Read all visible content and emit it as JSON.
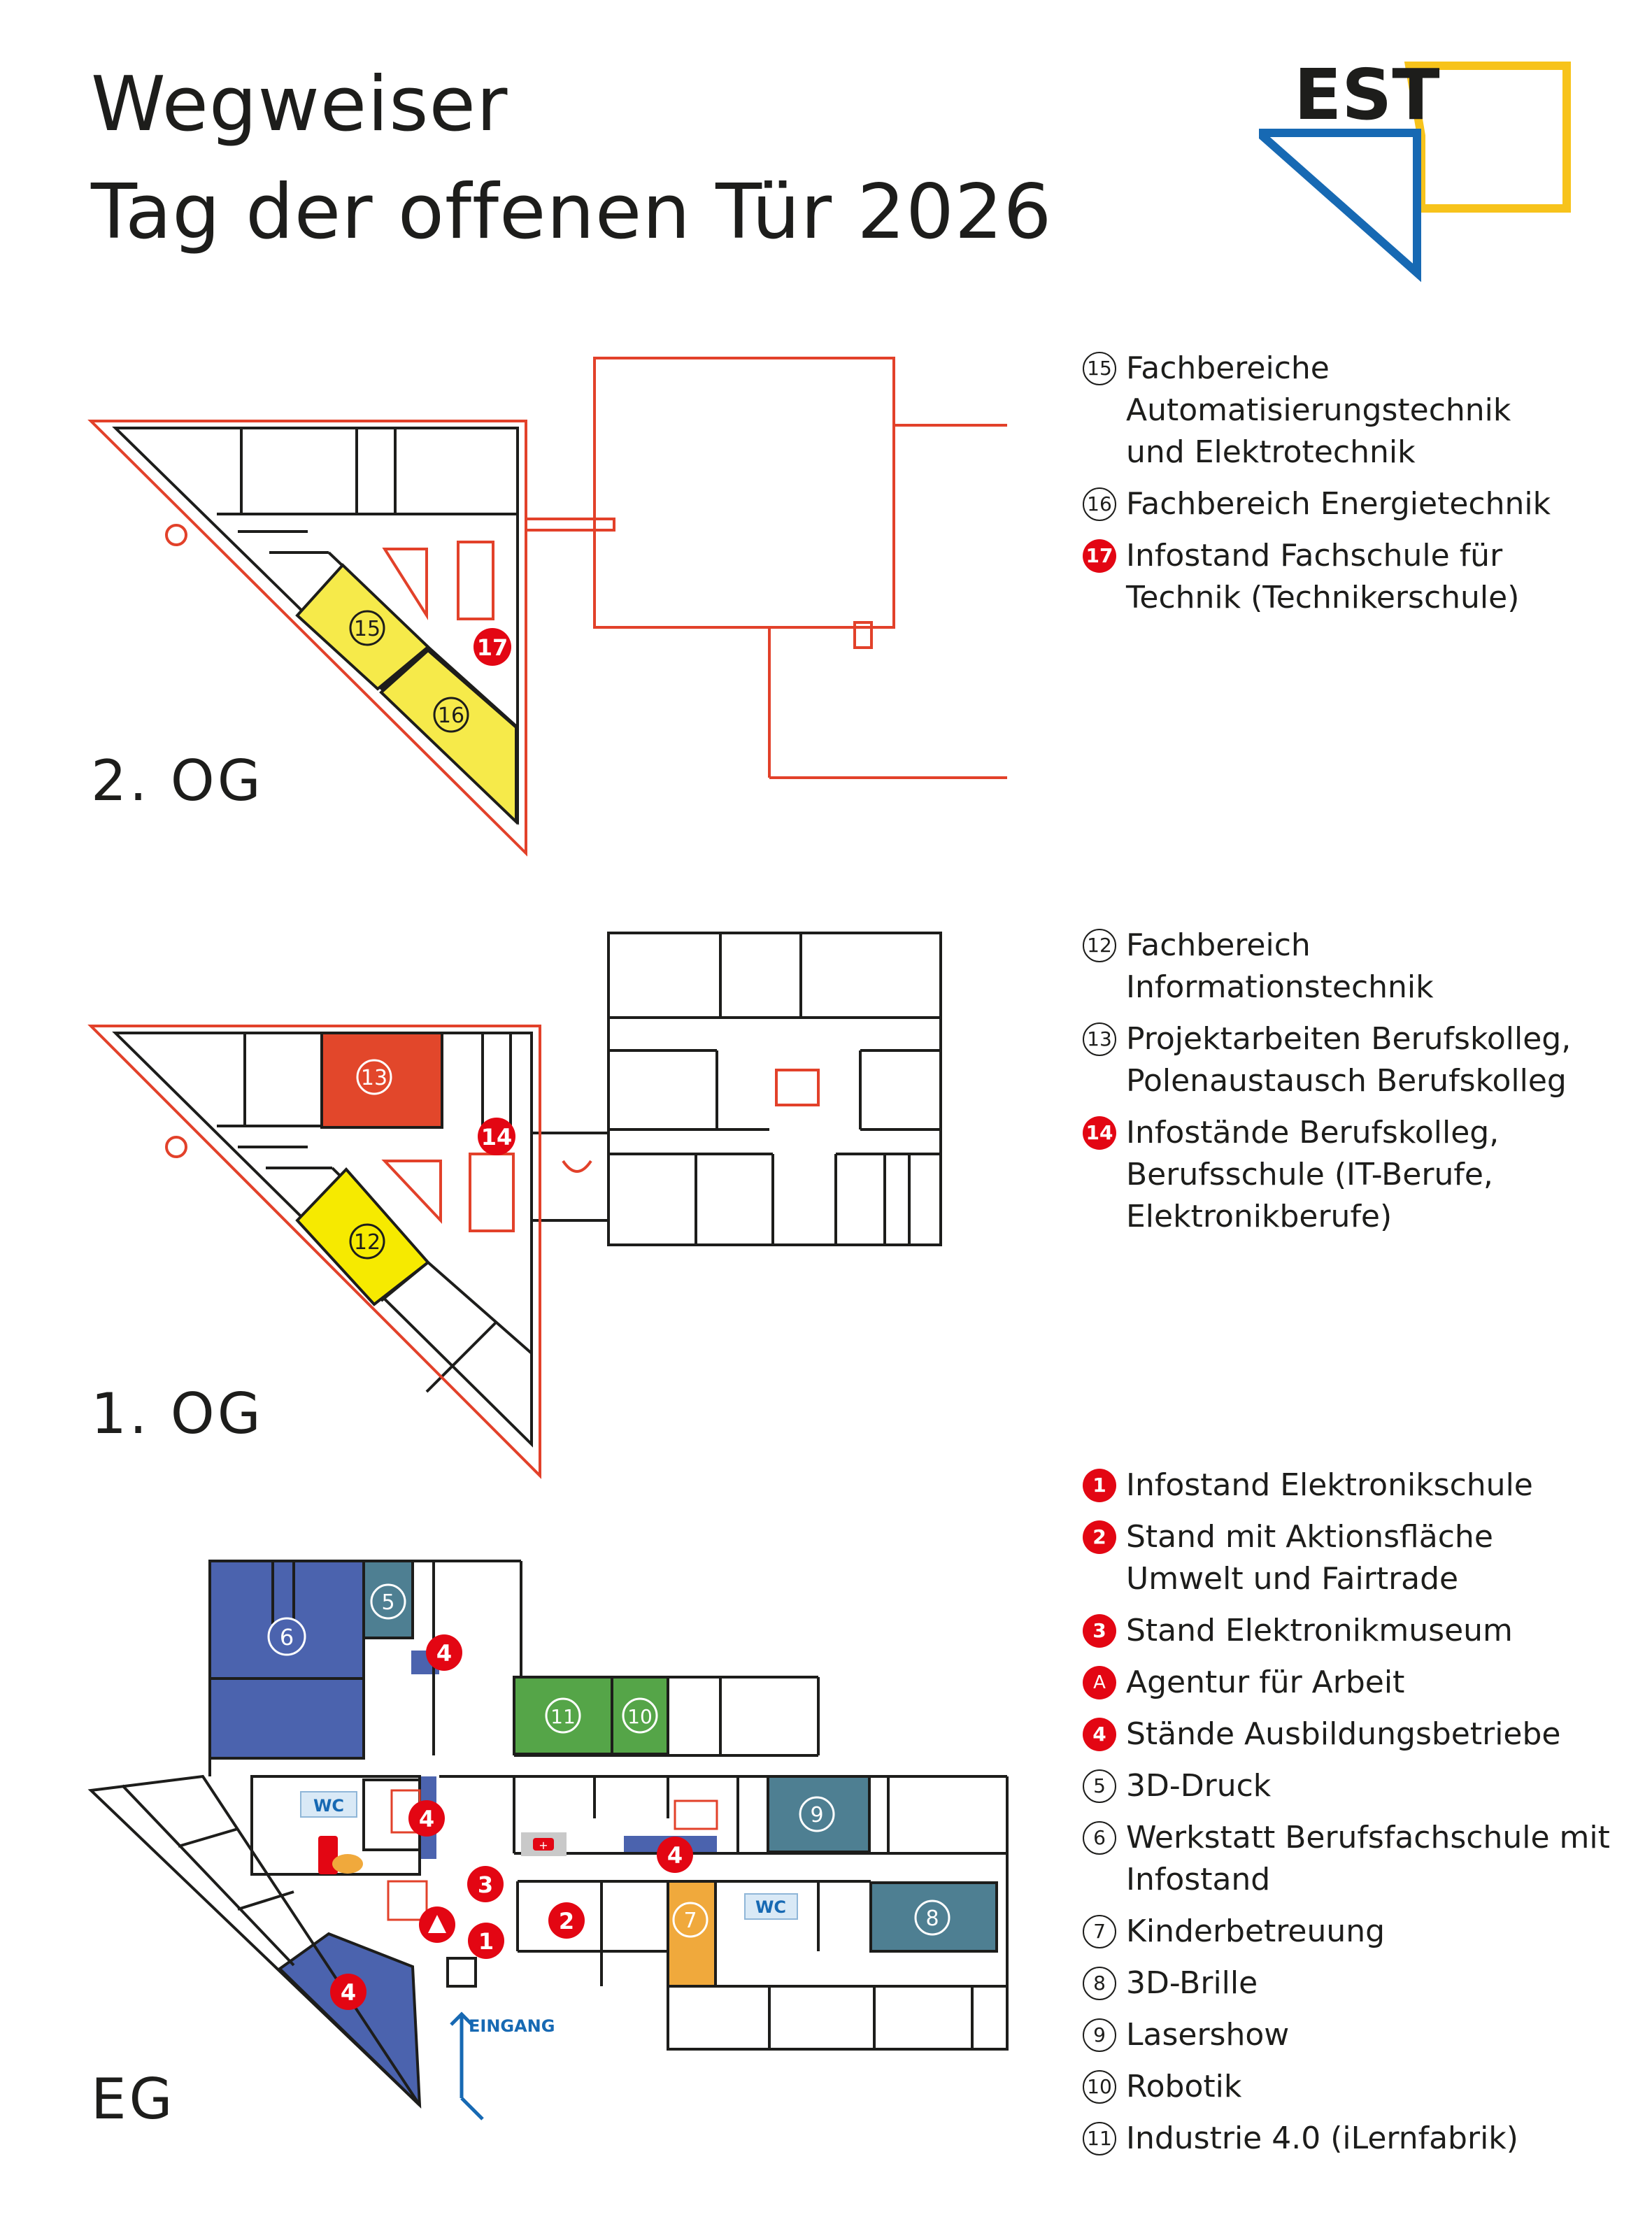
{
  "title_line1": "Wegweiser",
  "title_line2": "Tag der offenen Tür 2026",
  "logo_text": "EST",
  "colors": {
    "route_orange": "#e2412a",
    "marker_red": "#e30613",
    "blue_room": "#4b63ae",
    "teal_room": "#4e7f92",
    "green_room": "#55a548",
    "yellow_room": "#f6ea4a",
    "red_room": "#e2472b",
    "orange_room": "#f0a93c",
    "logo_blue": "#1769b3",
    "logo_yellow": "#f7c31b"
  },
  "floors": [
    {
      "label": "2. OG",
      "legend": [
        {
          "num": "15",
          "style": "outline",
          "text": "Fachbereiche\nAutomatisierungstechnik\nund Elektrotechnik"
        },
        {
          "num": "16",
          "style": "outline",
          "text": "Fachbereich Energietechnik"
        },
        {
          "num": "17",
          "style": "red",
          "text": "Infostand Fachschule für\nTechnik (Technikerschule)"
        }
      ]
    },
    {
      "label": "1. OG",
      "legend": [
        {
          "num": "12",
          "style": "outline",
          "text": "Fachbereich\nInformationstechnik"
        },
        {
          "num": "13",
          "style": "outline",
          "text": "Projektarbeiten Berufskolleg,\nPolenaustausch Berufskolleg"
        },
        {
          "num": "14",
          "style": "red",
          "text": "Infostände Berufskolleg,\nBerufsschule (IT-Berufe,\nElektronikberufe)"
        }
      ]
    },
    {
      "label": "EG",
      "legend": [
        {
          "num": "1",
          "style": "red",
          "text": "Infostand Elektronikschule"
        },
        {
          "num": "2",
          "style": "red",
          "text": "Stand mit Aktionsfläche\nUmwelt und Fairtrade"
        },
        {
          "num": "3",
          "style": "red",
          "text": "Stand Elektronikmuseum"
        },
        {
          "num": "A",
          "style": "ba",
          "text": "Agentur für Arbeit"
        },
        {
          "num": "4",
          "style": "red",
          "text": "Stände Ausbildungsbetriebe"
        },
        {
          "num": "5",
          "style": "outline",
          "text": "3D-Druck"
        },
        {
          "num": "6",
          "style": "outline",
          "text": "Werkstatt Berufsfachschule mit\nInfostand"
        },
        {
          "num": "7",
          "style": "outline",
          "text": "Kinderbetreuung"
        },
        {
          "num": "8",
          "style": "outline",
          "text": "3D-Brille"
        },
        {
          "num": "9",
          "style": "outline",
          "text": "Lasershow"
        },
        {
          "num": "10",
          "style": "outline",
          "text": "Robotik"
        },
        {
          "num": "11",
          "style": "outline",
          "text": "Industrie 4.0 (iLernfabrik)"
        }
      ]
    }
  ],
  "map_labels": {
    "wc": "WC",
    "eingang": "EINGANG",
    "og2": [
      "15",
      "16",
      "17"
    ],
    "og1": [
      "13",
      "14",
      "12"
    ],
    "eg": [
      "5",
      "6",
      "4",
      "11",
      "10",
      "9",
      "4",
      "3",
      "4",
      "2",
      "1",
      "7",
      "8",
      "4"
    ]
  }
}
